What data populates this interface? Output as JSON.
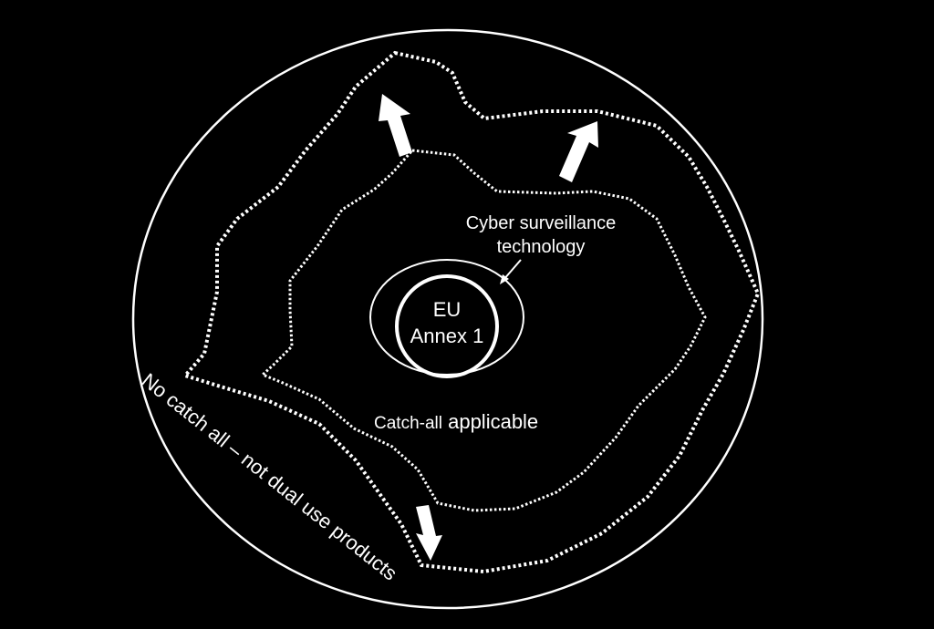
{
  "diagram": {
    "background_color": "#000000",
    "line_color": "#ffffff",
    "labels": {
      "cyber_line1": "Cyber surveillance",
      "cyber_line2": "technology",
      "eu_line1": "EU",
      "eu_line2": "Annex 1",
      "catch_all_prefix": "Catch-all",
      "catch_all_suffix": " applicable",
      "no_catch_all": "No catch all – not dual use products"
    },
    "arrows": [
      {
        "direction": "up-left",
        "icon": "arrow-icon"
      },
      {
        "direction": "up-right",
        "icon": "arrow-icon"
      },
      {
        "direction": "down",
        "icon": "arrow-icon"
      }
    ]
  }
}
